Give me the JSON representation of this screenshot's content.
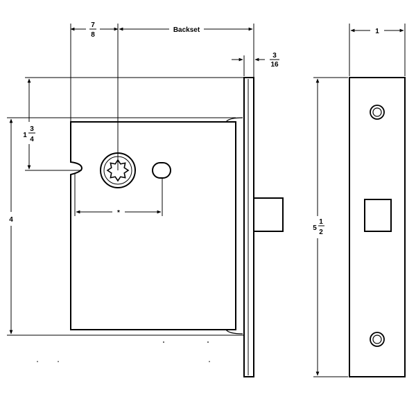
{
  "diagram": {
    "labels": {
      "backset": "Backset",
      "faceplate_thickness": {
        "num": "3",
        "den": "16"
      },
      "spindle_offset": {
        "num": "7",
        "den": "8"
      },
      "top_to_hub": {
        "whole": "1",
        "num": "3",
        "den": "4"
      },
      "case_height": "4",
      "hub_to_slot": "*",
      "face_width": "1",
      "face_height": {
        "whole": "5",
        "num": "1",
        "den": "2"
      }
    },
    "colors": {
      "line": "#000000",
      "background": "#ffffff"
    }
  }
}
